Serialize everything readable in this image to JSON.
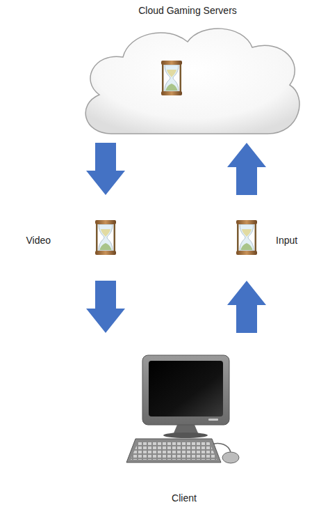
{
  "diagram": {
    "nodes": [
      {
        "text": [
          "Cloud Gaming Servers"
        ]
      },
      {
        "text": [
          "Client"
        ]
      }
    ],
    "edges": [
      {
        "from": 0,
        "to": 1,
        "arrow": "to",
        "label": "Video"
      },
      {
        "from": 1,
        "to": 0,
        "arrow": "to",
        "label": "Input"
      }
    ]
  }
}
